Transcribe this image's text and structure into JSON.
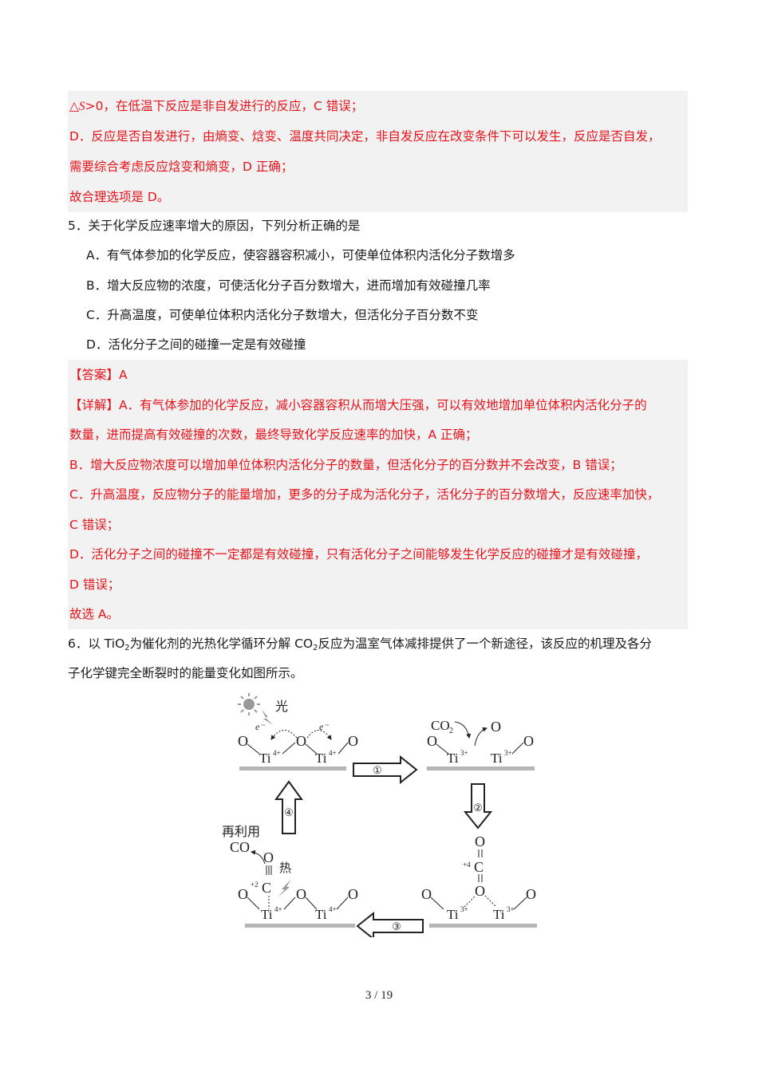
{
  "prev_explanation": {
    "line1_symbol": "△",
    "line1_var": "S",
    "line1_rest": ">0，在低温下反应是非自发进行的反应，C 错误；",
    "line2": "D．反应是否自发进行，由熵变、焓变、温度共同决定，非自发反应在改变条件下可以发生，反应是否自发，",
    "line3": "需要综合考虑反应焓变和熵变，D 正确；",
    "line4": "故合理选项是  D。"
  },
  "question5": {
    "stem": "5．关于化学反应速率增大的原因，下列分析正确的是",
    "options": [
      "A．有气体参加的化学反应，使容器容积减小，可使单位体积内活化分子数增多",
      "B．增大反应物的浓度，可使活化分子百分数增大，进而增加有效碰撞几率",
      "C．升高温度，可使单位体积内活化分子数增大，但活化分子百分数不变",
      "D．活化分子之间的碰撞一定是有效碰撞"
    ],
    "answer": "【答案】A",
    "explanation": [
      "【详解】A．有气体参加的化学反应，减小容器容积从而增大压强，可以有效地增加单位体积内活化分子的",
      "数量，进而提高有效碰撞的次数，最终导致化学反应速率的加快，A 正确；",
      "B．增大反应物浓度可以增加单位体积内活化分子的数量，但活化分子的百分数并不会改变，B 错误；",
      "C．升高温度，反应物分子的能量增加，更多的分子成为活化分子，活化分子的百分数增大，反应速率加快，",
      "C 错误；",
      "D．活化分子之间的碰撞不一定都是有效碰撞，只有活化分子之间能够发生化学反应的碰撞才是有效碰撞，",
      "D 错误；",
      "故选  A。"
    ]
  },
  "question6": {
    "stem_part1": "6．以  TiO",
    "stem_sub1": "2",
    "stem_part2": "为催化剂的光热化学循环分解  CO",
    "stem_sub2": "2",
    "stem_part3": "反应为温室气体减排提供了一个新途径，该反应的机理及各分",
    "stem_line2": "子化学键完全断裂时的能量变化如图所示。"
  },
  "figure": {
    "light_label": "光",
    "heat_label": "热",
    "reuse_label": "再利用",
    "electron": "e⁻",
    "step1": "①",
    "step2": "②",
    "step3": "③",
    "step4": "④",
    "ti4": "Ti",
    "ti4_charge": "4+",
    "ti3": "Ti",
    "ti3_charge": "3+",
    "o": "O",
    "c": "C",
    "co": "CO",
    "co2": "CO",
    "co2_sub": "2",
    "c_plus4": "+4",
    "c_plus2": "+2"
  },
  "footer": {
    "page": "3 / 19"
  }
}
